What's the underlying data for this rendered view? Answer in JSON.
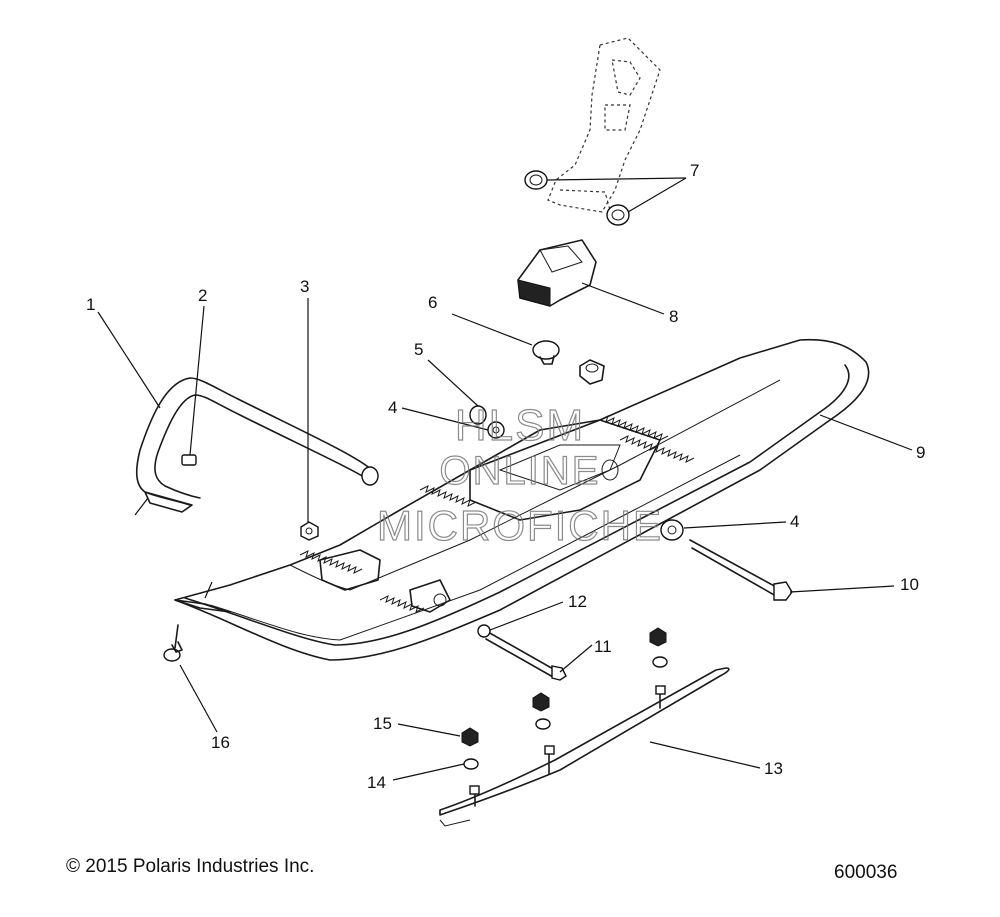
{
  "watermark": {
    "line1": "HLSM",
    "line2": "ONLINE",
    "line3": "MICROFICHE"
  },
  "callouts": [
    "1",
    "2",
    "3",
    "4",
    "5",
    "6",
    "7",
    "8",
    "9",
    "4",
    "10",
    "11",
    "12",
    "13",
    "14",
    "15",
    "16"
  ],
  "footer": {
    "copyright": "© 2015 Polaris Industries Inc.",
    "figure_number": "600036"
  }
}
